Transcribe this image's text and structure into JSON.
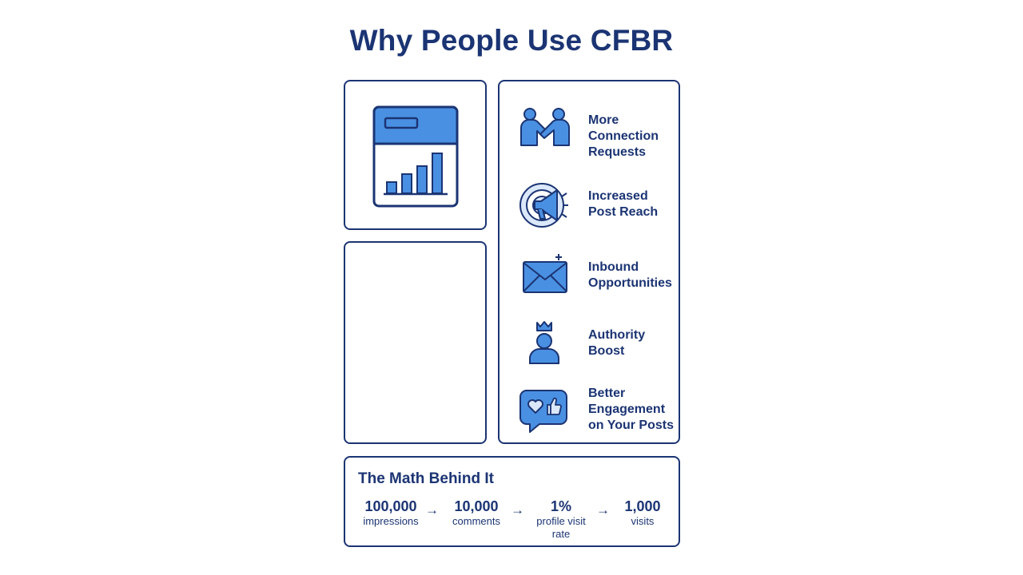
{
  "title": "Why People Use CFBR",
  "benefits": [
    {
      "icon": "handshake-icon",
      "lines": [
        "More",
        "Connection",
        "Requests"
      ]
    },
    {
      "icon": "megaphone-icon",
      "lines": [
        "Increased",
        "Post Reach"
      ]
    },
    {
      "icon": "envelope-plus-icon",
      "lines": [
        "Inbound",
        "Opportunities"
      ]
    },
    {
      "icon": "crowned-person-icon",
      "lines": [
        "Authority",
        "Boost"
      ]
    },
    {
      "icon": "engagement-bubble-icon",
      "lines": [
        "Better",
        "Engagement",
        "on Your Posts"
      ]
    }
  ],
  "math": {
    "title": "The Math Behind It",
    "steps": [
      {
        "value": "100,000",
        "caption_lines": [
          "impressions"
        ]
      },
      {
        "value": "10,000",
        "caption_lines": [
          "comments"
        ]
      },
      {
        "value": "1%",
        "caption_lines": [
          "profile visit",
          "rate"
        ]
      },
      {
        "value": "1,000",
        "caption_lines": [
          "visits"
        ]
      }
    ],
    "arrow": "→"
  },
  "colors": {
    "navy": "#1b3473",
    "accent_blue": "#4a90e2",
    "light_blue": "#9ec5f5"
  }
}
